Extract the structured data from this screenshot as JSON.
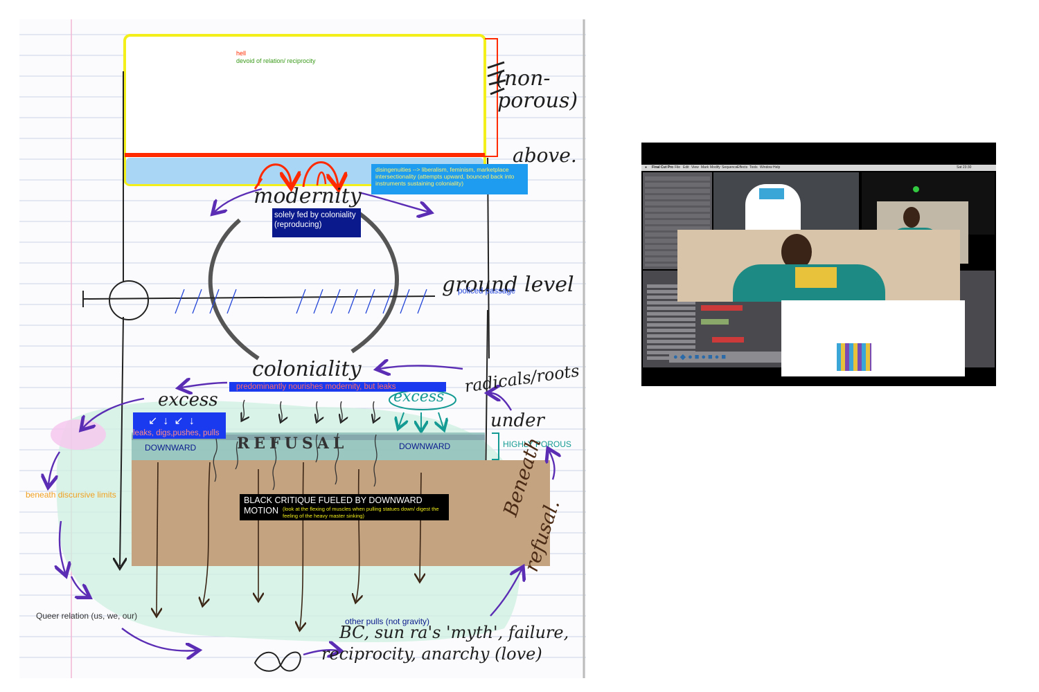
{
  "diagram": {
    "top_notes": {
      "hell": "hell",
      "devoid": "devoid of relation/ reciprocity"
    },
    "disingenuities": "disingenuities --> liberalism, feminism, marketplace intersectionality (attempts upward, bounced back into instruments sustaining coloniality)",
    "solely_fed": "solely fed by coloniality (reproducing)",
    "policed_passage": "policed passage",
    "predominantly": "predominantly nourishes modernity, but leaks",
    "leaks_box": "leaks, digs,pushes, pulls",
    "downward_left": "DOWNWARD",
    "downward_right": "DOWNWARD",
    "highly_porous": "HIGHLY POROUS",
    "beneath_discursive": "beneath discursive limits",
    "black_critique_title": "BLACK CRITIQUE FUELED BY DOWNWARD MOTION",
    "black_critique_note": "(look at the flexing of muscles when pulling statues down/ digest the feeling of the heavy master sinking)",
    "queer_relation": "Queer relation (us, we, our)",
    "other_pulls": "other pulls (not gravity)"
  },
  "handwriting": {
    "non_porous_1": "(non-",
    "non_porous_2": "porous)",
    "above": "above.",
    "modernity": "modernity",
    "ground_level": "ground level",
    "coloniality": "coloniality",
    "excess_left": "excess",
    "excess_right": "excess",
    "radicals": "radicals/roots",
    "under": "under",
    "refusal": "REFUSAL",
    "beneath_refusal_1": "Beneath",
    "beneath_refusal_2": "refusal.",
    "bottom_line_1": "BC, sun ra's 'myth', failure,",
    "bottom_line_2": "reciprocity, anarchy (love)"
  },
  "screenshot": {
    "app_name": "Final Cut Pro",
    "menu_items": [
      "File",
      "Edit",
      "View",
      "Mark",
      "Modify",
      "Sequence",
      "Effects",
      "Tools",
      "Window",
      "Help"
    ],
    "clock": "Sat 23:30"
  },
  "colors": {
    "yellow_border": "#f2ef1a",
    "red_line": "#ff2a00",
    "light_blue": "#a9d6f4",
    "dark_navy": "#0a1a8c",
    "bright_blue": "#1a3af0",
    "purple": "#5a2db4",
    "teal": "#139a92",
    "tan": "#c4a381",
    "mint": "#cff0e0"
  }
}
